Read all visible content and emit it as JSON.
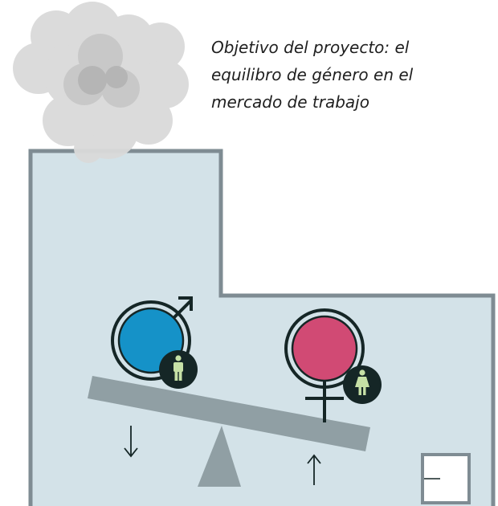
{
  "caption": {
    "lines": [
      "Objetivo del proyecto: el",
      "equilibro de género en el",
      "mercado de trabajo"
    ]
  },
  "icons": {
    "cloud": "smoke-cloud-icon",
    "male": "male-symbol-icon",
    "female": "female-symbol-icon",
    "male_person": "male-person-icon",
    "female_person": "female-person-icon",
    "arrow_down": "arrow-down-icon",
    "arrow_up": "arrow-up-icon"
  },
  "colors": {
    "building_fill": "#d3e2e8",
    "building_stroke": "#7f8c93",
    "seesaw": "#909fa4",
    "male": "#1592c8",
    "female": "#d14a74",
    "badge": "#152626",
    "badge_figure": "#c6e0a6"
  }
}
